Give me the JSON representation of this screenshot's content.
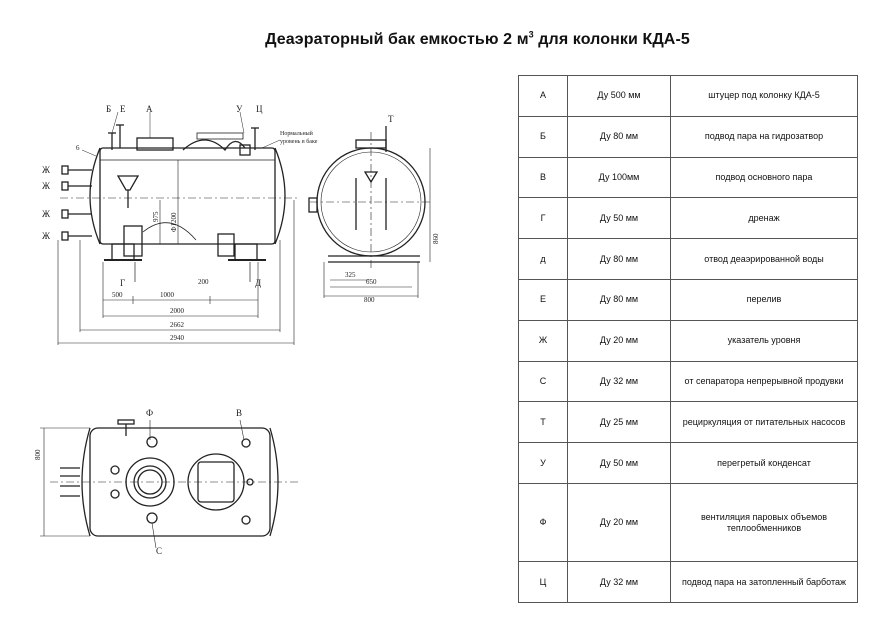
{
  "title": {
    "main": "Деаэраторный бак емкостью 2 м",
    "sup": "3",
    "rest": " для колонки КДА-5"
  },
  "drawing": {
    "letters_top": [
      "Б",
      "Е",
      "А",
      "У",
      "Ц"
    ],
    "letter_t": "Т",
    "letters_left": [
      "Ж",
      "Ж",
      "Ж",
      "Ж"
    ],
    "part_number": "6",
    "level_note": [
      "Нормальный",
      "уровень в баке"
    ],
    "letter_g": "Г",
    "letter_d": "Д",
    "dims_front": [
      "975",
      "Ф1200",
      "500",
      "1000",
      "200",
      "2000",
      "2662",
      "2940"
    ],
    "dims_side": [
      "860",
      "325",
      "650",
      "800"
    ],
    "letters_plan": [
      "Ф",
      "В",
      "С"
    ],
    "dim_plan": "800"
  },
  "table": {
    "rows": [
      {
        "code": "А",
        "dn": "Ду 500 мм",
        "desc": "штуцер под колонку КДА-5"
      },
      {
        "code": "Б",
        "dn": "Ду 80 мм",
        "desc": "подвод пара на гидрозатвор"
      },
      {
        "code": "В",
        "dn": "Ду 100мм",
        "desc": "подвод основного пара"
      },
      {
        "code": "Г",
        "dn": "Ду 50 мм",
        "desc": "дренаж"
      },
      {
        "code": "д",
        "dn": "Ду 80 мм",
        "desc": "отвод деаэрированной воды"
      },
      {
        "code": "Е",
        "dn": "Ду 80 мм",
        "desc": "перелив"
      },
      {
        "code": "Ж",
        "dn": "Ду 20 мм",
        "desc": "указатель уровня"
      },
      {
        "code": "С",
        "dn": "Ду 32 мм",
        "desc": "от сепаратора непрерывной продувки"
      },
      {
        "code": "Т",
        "dn": "Ду 25 мм",
        "desc": "рециркуляция от питательных насосов"
      },
      {
        "code": "У",
        "dn": "Ду 50 мм",
        "desc": "перегретый конденсат"
      },
      {
        "code": "Ф",
        "dn": "Ду 20 мм",
        "desc": "вентиляция паровых объемов теплообменников"
      },
      {
        "code": "Ц",
        "dn": "Ду 32 мм",
        "desc": "подвод пара на затопленный барботаж"
      }
    ]
  }
}
